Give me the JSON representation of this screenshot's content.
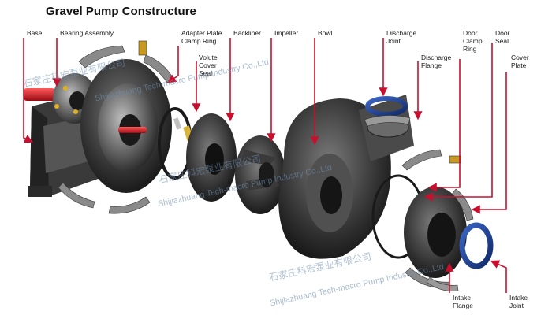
{
  "title": "Gravel Pump Constructure",
  "labels": {
    "base": "Base",
    "bearing_assembly": "Bearing Assembly",
    "adapter_plate_1": "Adapter Plate",
    "adapter_plate_2": "Clamp Ring",
    "volute_1": "Volute",
    "volute_2": "Cover",
    "volute_3": "Seal",
    "backliner": "Backliner",
    "impeller": "Impeller",
    "bowl": "Bowl",
    "discharge_joint_1": "Discharge",
    "discharge_joint_2": "Joint",
    "discharge_flange_1": "Discharge",
    "discharge_flange_2": "Flange",
    "door_clamp_1": "Door",
    "door_clamp_2": "Clamp",
    "door_clamp_3": "Ring",
    "door_seal_1": "Door",
    "door_seal_2": "Seal",
    "cover_plate_1": "Cover",
    "cover_plate_2": "Plate",
    "intake_flange_1": "Intake",
    "intake_flange_2": "Flange",
    "intake_joint_1": "Intake",
    "intake_joint_2": "Joint"
  },
  "watermark": {
    "cn": "石家庄科宏泵业有限公司",
    "en": "Shijiazhuang Tech-macro Pump Industry Co.,Ltd"
  },
  "colors": {
    "arrow": "#c8102e",
    "metal_dark": "#2b2b2b",
    "metal_mid": "#5a5a5a",
    "metal_light": "#9a9a9a",
    "shaft": "#d11f2f",
    "seal_ring": "#1f3f8c",
    "accent": "#e0b020"
  }
}
